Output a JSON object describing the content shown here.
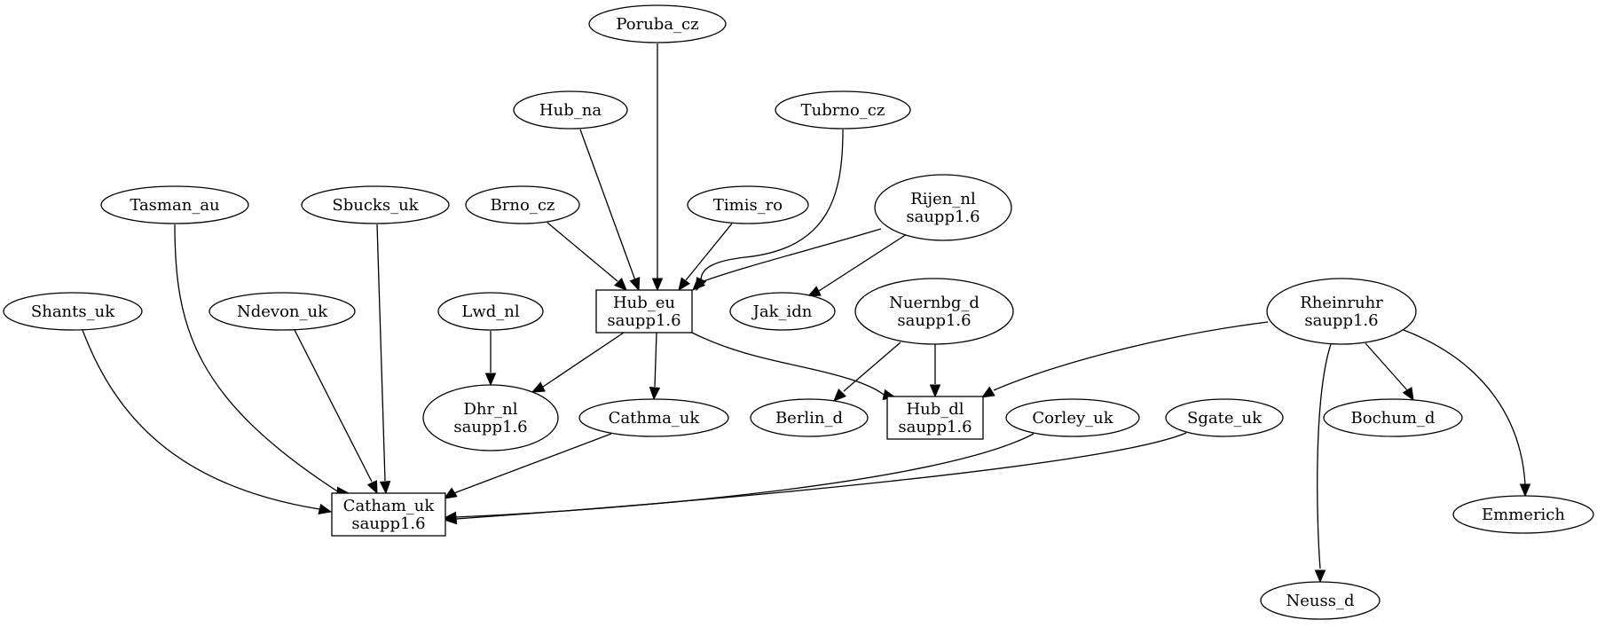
{
  "graph": {
    "nodes": {
      "poruba_cz": {
        "lines": [
          "Poruba_cz"
        ],
        "shape": "ellipse"
      },
      "hub_na": {
        "lines": [
          "Hub_na"
        ],
        "shape": "ellipse"
      },
      "tubrno_cz": {
        "lines": [
          "Tubrno_cz"
        ],
        "shape": "ellipse"
      },
      "tasman_au": {
        "lines": [
          "Tasman_au"
        ],
        "shape": "ellipse"
      },
      "sbucks_uk": {
        "lines": [
          "Sbucks_uk"
        ],
        "shape": "ellipse"
      },
      "brno_cz": {
        "lines": [
          "Brno_cz"
        ],
        "shape": "ellipse"
      },
      "timis_ro": {
        "lines": [
          "Timis_ro"
        ],
        "shape": "ellipse"
      },
      "rijen_nl": {
        "lines": [
          "Rijen_nl",
          "saupp1.6"
        ],
        "shape": "ellipse"
      },
      "shants_uk": {
        "lines": [
          "Shants_uk"
        ],
        "shape": "ellipse"
      },
      "ndevon_uk": {
        "lines": [
          "Ndevon_uk"
        ],
        "shape": "ellipse"
      },
      "lwd_nl": {
        "lines": [
          "Lwd_nl"
        ],
        "shape": "ellipse"
      },
      "hub_eu": {
        "lines": [
          "Hub_eu",
          "saupp1.6"
        ],
        "shape": "box"
      },
      "jak_idn": {
        "lines": [
          "Jak_idn"
        ],
        "shape": "ellipse"
      },
      "nuernbg_d": {
        "lines": [
          "Nuernbg_d",
          "saupp1.6"
        ],
        "shape": "ellipse"
      },
      "rheinruhr": {
        "lines": [
          "Rheinruhr",
          "saupp1.6"
        ],
        "shape": "ellipse"
      },
      "dhr_nl": {
        "lines": [
          "Dhr_nl",
          "saupp1.6"
        ],
        "shape": "ellipse"
      },
      "cathma_uk": {
        "lines": [
          "Cathma_uk"
        ],
        "shape": "ellipse"
      },
      "berlin_d": {
        "lines": [
          "Berlin_d"
        ],
        "shape": "ellipse"
      },
      "hub_dl": {
        "lines": [
          "Hub_dl",
          "saupp1.6"
        ],
        "shape": "box"
      },
      "corley_uk": {
        "lines": [
          "Corley_uk"
        ],
        "shape": "ellipse"
      },
      "sgate_uk": {
        "lines": [
          "Sgate_uk"
        ],
        "shape": "ellipse"
      },
      "bochum_d": {
        "lines": [
          "Bochum_d"
        ],
        "shape": "ellipse"
      },
      "catham_uk": {
        "lines": [
          "Catham_uk",
          "saupp1.6"
        ],
        "shape": "box"
      },
      "emmerich": {
        "lines": [
          "Emmerich"
        ],
        "shape": "ellipse"
      },
      "neuss_d": {
        "lines": [
          "Neuss_d"
        ],
        "shape": "ellipse"
      }
    },
    "edges": [
      {
        "from": "poruba_cz",
        "to": "hub_eu"
      },
      {
        "from": "hub_na",
        "to": "hub_eu"
      },
      {
        "from": "tubrno_cz",
        "to": "hub_eu"
      },
      {
        "from": "brno_cz",
        "to": "hub_eu"
      },
      {
        "from": "timis_ro",
        "to": "hub_eu"
      },
      {
        "from": "rijen_nl",
        "to": "hub_eu"
      },
      {
        "from": "rijen_nl",
        "to": "jak_idn"
      },
      {
        "from": "lwd_nl",
        "to": "dhr_nl"
      },
      {
        "from": "hub_eu",
        "to": "dhr_nl"
      },
      {
        "from": "hub_eu",
        "to": "cathma_uk"
      },
      {
        "from": "hub_eu",
        "to": "hub_dl"
      },
      {
        "from": "nuernbg_d",
        "to": "berlin_d"
      },
      {
        "from": "nuernbg_d",
        "to": "hub_dl"
      },
      {
        "from": "rheinruhr",
        "to": "hub_dl"
      },
      {
        "from": "rheinruhr",
        "to": "bochum_d"
      },
      {
        "from": "rheinruhr",
        "to": "emmerich"
      },
      {
        "from": "rheinruhr",
        "to": "neuss_d"
      },
      {
        "from": "shants_uk",
        "to": "catham_uk"
      },
      {
        "from": "tasman_au",
        "to": "catham_uk"
      },
      {
        "from": "ndevon_uk",
        "to": "catham_uk"
      },
      {
        "from": "sbucks_uk",
        "to": "catham_uk"
      },
      {
        "from": "cathma_uk",
        "to": "catham_uk"
      },
      {
        "from": "corley_uk",
        "to": "catham_uk"
      },
      {
        "from": "sgate_uk",
        "to": "catham_uk"
      }
    ]
  }
}
